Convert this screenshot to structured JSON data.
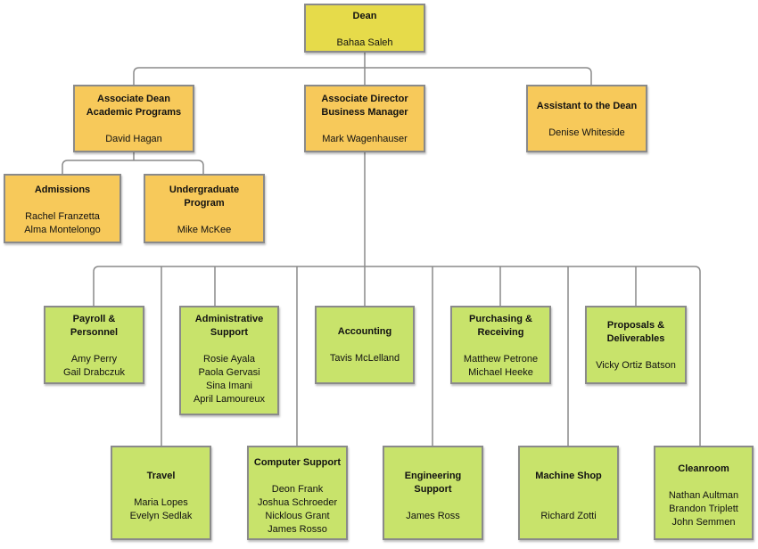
{
  "colors": {
    "dean": "#e6db4a",
    "management": "#f7c95a",
    "staff": "#c8e36b",
    "connector": "#8a8a8a"
  },
  "nodes": {
    "dean": {
      "title": "Dean",
      "people": [
        "Bahaa Saleh"
      ]
    },
    "assoc_dean": {
      "title": "Associate Dean\nAcademic Programs",
      "people": [
        "David Hagan"
      ]
    },
    "assoc_director": {
      "title": "Associate Director\nBusiness Manager",
      "people": [
        "Mark Wagenhauser"
      ]
    },
    "assistant": {
      "title": "Assistant to the Dean",
      "people": [
        "Denise Whiteside"
      ]
    },
    "admissions": {
      "title": "Admissions",
      "people": [
        "Rachel Franzetta",
        "Alma Montelongo"
      ]
    },
    "undergrad": {
      "title": "Undergraduate\nProgram",
      "people": [
        "Mike McKee"
      ]
    },
    "payroll": {
      "title": "Payroll &\nPersonnel",
      "people": [
        "Amy Perry",
        "Gail Drabczuk"
      ]
    },
    "admin_support": {
      "title": "Administrative\nSupport",
      "people": [
        "Rosie Ayala",
        "Paola Gervasi",
        "Sina Imani",
        "April Lamoureux"
      ]
    },
    "accounting": {
      "title": "Accounting",
      "people": [
        "Tavis McLelland"
      ]
    },
    "purchasing": {
      "title": "Purchasing &\nReceiving",
      "people": [
        "Matthew Petrone",
        "Michael Heeke"
      ]
    },
    "proposals": {
      "title": "Proposals &\nDeliverables",
      "people": [
        "Vicky Ortiz Batson"
      ]
    },
    "travel": {
      "title": "Travel",
      "people": [
        "Maria Lopes",
        "Evelyn Sedlak"
      ]
    },
    "computer_support": {
      "title": "Computer Support",
      "people": [
        "Deon Frank",
        "Joshua Schroeder",
        "Nicklous Grant",
        "James Rosso"
      ]
    },
    "engineering_support": {
      "title": "Engineering\nSupport",
      "people": [
        "James Ross"
      ]
    },
    "machine_shop": {
      "title": "Machine Shop",
      "people": [
        "Richard Zotti"
      ]
    },
    "cleanroom": {
      "title": "Cleanroom",
      "people": [
        "Nathan Aultman",
        "Brandon Triplett",
        "John Semmen"
      ]
    }
  }
}
